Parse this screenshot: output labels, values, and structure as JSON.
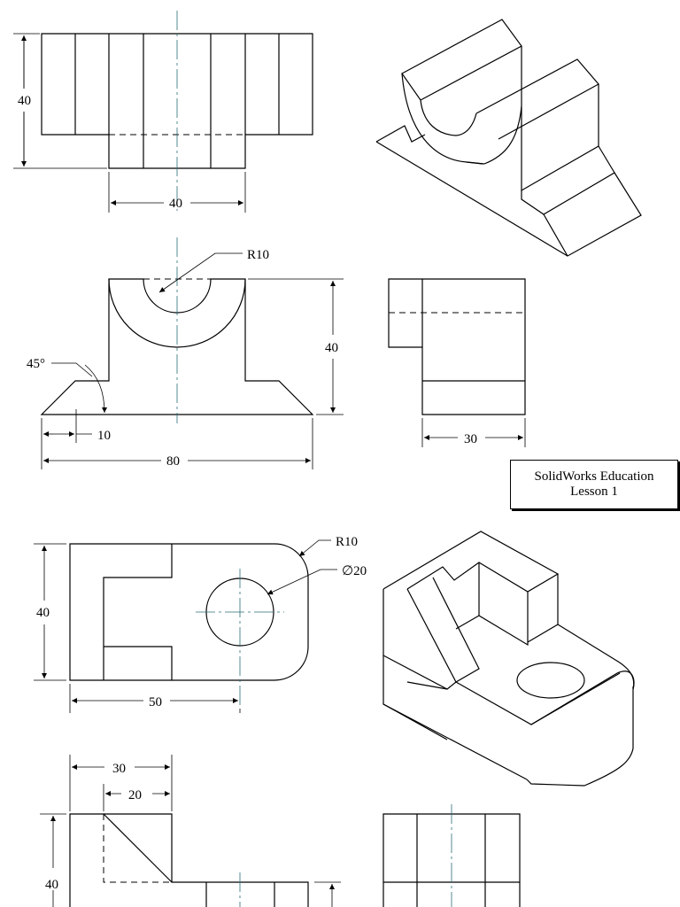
{
  "title_block": {
    "line1": "SolidWorks Education",
    "line2": "Lesson 1"
  },
  "drawing1": {
    "top_view": {
      "height_dim": "40",
      "width_dim": "40"
    },
    "front_view": {
      "radius_label": "R10",
      "angle_label": "45°",
      "offset_dim": "10",
      "width_dim": "80",
      "height_dim": "40"
    },
    "side_view": {
      "width_dim": "30"
    }
  },
  "drawing2": {
    "top_view": {
      "radius_label": "R10",
      "hole_label": "∅20",
      "height_dim": "40",
      "width_dim": "50"
    },
    "front_view": {
      "dim_30": "30",
      "dim_20": "20",
      "height_dim": "40"
    }
  }
}
